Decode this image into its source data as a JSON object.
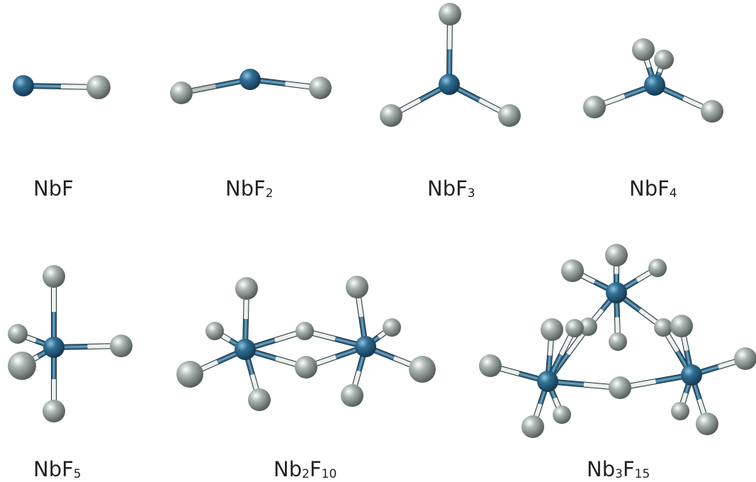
{
  "colors": {
    "niobium": "#2f6e93",
    "fluorine": "#a9b4b0",
    "background": "#ffffff",
    "text": "#222222"
  },
  "molecules": [
    {
      "id": "nbf",
      "label": {
        "base": "NbF",
        "parts": [
          {
            "t": "Nb"
          },
          {
            "t": "F"
          }
        ]
      }
    },
    {
      "id": "nbf2",
      "label": {
        "parts": [
          {
            "t": "NbF"
          },
          {
            "t": "2",
            "sub": true
          }
        ]
      }
    },
    {
      "id": "nbf3",
      "label": {
        "parts": [
          {
            "t": "NbF"
          },
          {
            "t": "3",
            "sub": true
          }
        ]
      }
    },
    {
      "id": "nbf4",
      "label": {
        "parts": [
          {
            "t": "NbF"
          },
          {
            "t": "4",
            "sub": true
          }
        ]
      }
    },
    {
      "id": "nbf5",
      "label": {
        "parts": [
          {
            "t": "NbF"
          },
          {
            "t": "5",
            "sub": true
          }
        ]
      }
    },
    {
      "id": "nb2f10",
      "label": {
        "parts": [
          {
            "t": "Nb"
          },
          {
            "t": "2",
            "sub": true
          },
          {
            "t": "F"
          },
          {
            "t": "10",
            "sub": true
          }
        ]
      }
    },
    {
      "id": "nb3f15",
      "label": {
        "parts": [
          {
            "t": "Nb"
          },
          {
            "t": "3",
            "sub": true
          },
          {
            "t": "F"
          },
          {
            "t": "15",
            "sub": true
          }
        ]
      }
    }
  ]
}
